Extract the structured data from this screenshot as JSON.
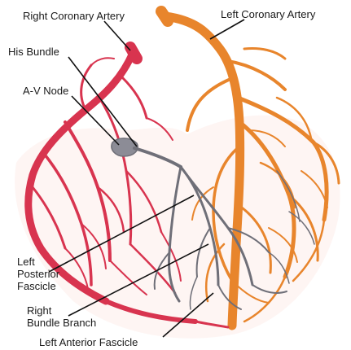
{
  "labels": {
    "right_coronary_artery": "Right Coronary Artery",
    "left_coronary_artery": "Left Coronary Artery",
    "his_bundle": "His Bundle",
    "av_node": "A-V Node",
    "left_posterior_fascicle": [
      "Left",
      "Posterior",
      "Fascicle"
    ],
    "right_bundle_branch": [
      "Right",
      "Bundle Branch"
    ],
    "left_anterior_fascicle": "Left Anterior Fascicle"
  },
  "colors": {
    "right_coronary": "#d8344f",
    "left_coronary": "#e8852c",
    "conduction": "#6f6f78",
    "label_text": "#1a1a1a",
    "leader": "#111111"
  }
}
